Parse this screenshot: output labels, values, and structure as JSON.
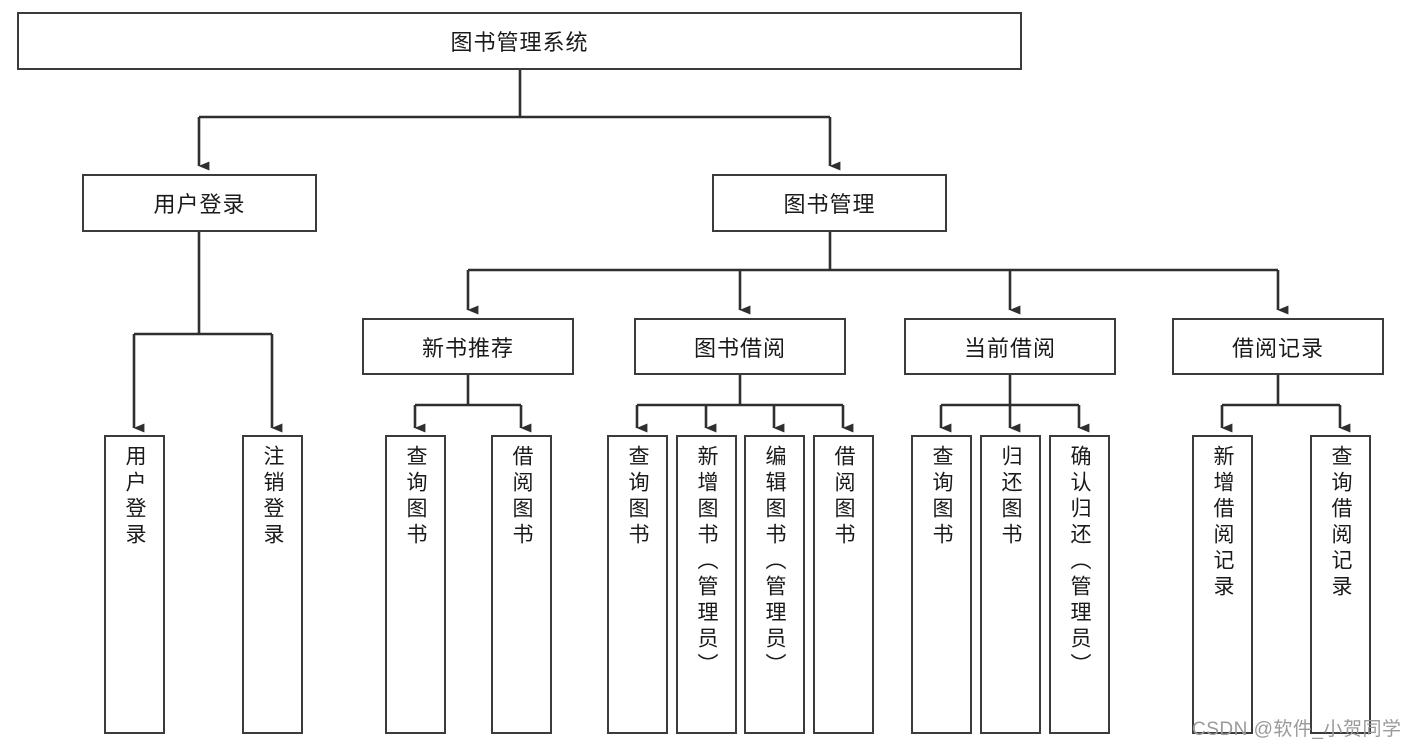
{
  "diagram": {
    "type": "tree",
    "title": "图书管理系统",
    "watermark": "CSDN @软件_小贺同学",
    "colors": {
      "box_border": "#3b3b3b",
      "box_fill": "#ffffff",
      "edge": "#2f2f2f",
      "text": "#1a1a1a",
      "watermark": "#9a9a9a",
      "background": "#ffffff"
    },
    "levels": {
      "root": {
        "label": "图书管理系统",
        "orientation": "horizontal"
      },
      "level2": [
        {
          "label": "用户登录",
          "orientation": "horizontal"
        },
        {
          "label": "图书管理",
          "orientation": "horizontal"
        }
      ],
      "level3": [
        {
          "label": "新书推荐",
          "orientation": "horizontal",
          "parent": "图书管理"
        },
        {
          "label": "图书借阅",
          "orientation": "horizontal",
          "parent": "图书管理"
        },
        {
          "label": "当前借阅",
          "orientation": "horizontal",
          "parent": "图书管理"
        },
        {
          "label": "借阅记录",
          "orientation": "horizontal",
          "parent": "图书管理"
        }
      ],
      "leaves": [
        {
          "label": "用户登录",
          "orientation": "vertical",
          "parent": "用户登录"
        },
        {
          "label": "注销登录",
          "orientation": "vertical",
          "parent": "用户登录"
        },
        {
          "label": "查询图书",
          "orientation": "vertical",
          "parent": "新书推荐"
        },
        {
          "label": "借阅图书",
          "orientation": "vertical",
          "parent": "新书推荐"
        },
        {
          "label": "查询图书",
          "orientation": "vertical",
          "parent": "图书借阅"
        },
        {
          "label": "新增图书（管理员）",
          "orientation": "vertical",
          "parent": "图书借阅"
        },
        {
          "label": "编辑图书（管理员）",
          "orientation": "vertical",
          "parent": "图书借阅"
        },
        {
          "label": "借阅图书",
          "orientation": "vertical",
          "parent": "图书借阅"
        },
        {
          "label": "查询图书",
          "orientation": "vertical",
          "parent": "当前借阅"
        },
        {
          "label": "归还图书",
          "orientation": "vertical",
          "parent": "当前借阅"
        },
        {
          "label": "确认归还（管理员）",
          "orientation": "vertical",
          "parent": "当前借阅"
        },
        {
          "label": "新增借阅记录",
          "orientation": "vertical",
          "parent": "借阅记录"
        },
        {
          "label": "查询借阅记录",
          "orientation": "vertical",
          "parent": "借阅记录"
        }
      ]
    }
  }
}
